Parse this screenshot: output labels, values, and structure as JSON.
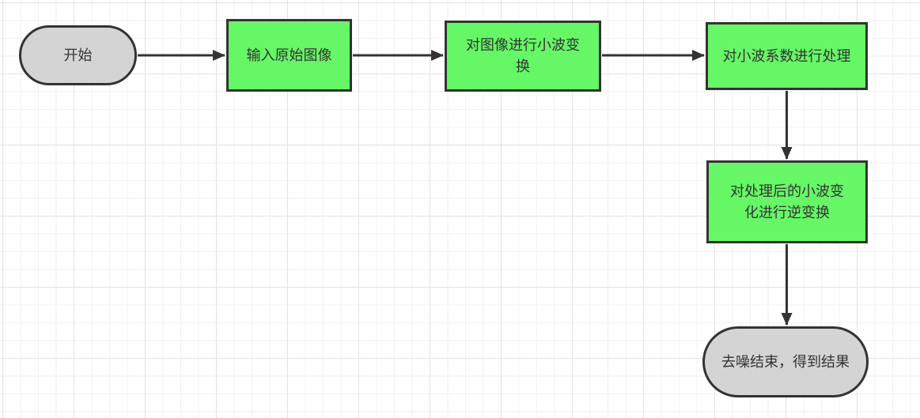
{
  "diagram": {
    "title": "wavelet-denoising-flowchart",
    "colors": {
      "process_fill": "#66f766",
      "terminator_fill": "#d4d4d4",
      "stroke": "#333333",
      "text": "#333333",
      "grid_minor": "#f2f2f2",
      "grid_major": "#e2e2e2",
      "background": "#ffffff"
    },
    "nodes": [
      {
        "id": "start",
        "type": "terminator",
        "label": "开始"
      },
      {
        "id": "input",
        "type": "process",
        "label": "输入原始图像"
      },
      {
        "id": "wavelet",
        "type": "process",
        "label": "对图像进行小波变\n换"
      },
      {
        "id": "coeff",
        "type": "process",
        "label": "对小波系数进行处理"
      },
      {
        "id": "inverse",
        "type": "process",
        "label": "对处理后的小波变\n化进行逆变换"
      },
      {
        "id": "end",
        "type": "terminator",
        "label": "去噪结束，得到结果"
      }
    ],
    "edges": [
      {
        "from": "start",
        "to": "input",
        "direction": "right"
      },
      {
        "from": "input",
        "to": "wavelet",
        "direction": "right"
      },
      {
        "from": "wavelet",
        "to": "coeff",
        "direction": "right"
      },
      {
        "from": "coeff",
        "to": "inverse",
        "direction": "down"
      },
      {
        "from": "inverse",
        "to": "end",
        "direction": "down"
      }
    ]
  }
}
